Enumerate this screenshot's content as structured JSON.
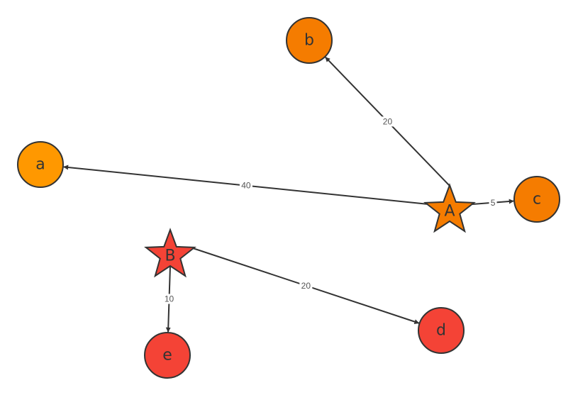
{
  "graph": {
    "nodes": [
      {
        "id": "a",
        "label": "a",
        "shape": "circle",
        "color": "#FF9800"
      },
      {
        "id": "b",
        "label": "b",
        "shape": "circle",
        "color": "#F57C00"
      },
      {
        "id": "c",
        "label": "c",
        "shape": "circle",
        "color": "#F57C00"
      },
      {
        "id": "A",
        "label": "A",
        "shape": "star",
        "color": "#F57C00"
      },
      {
        "id": "B",
        "label": "B",
        "shape": "star",
        "color": "#F44336"
      },
      {
        "id": "d",
        "label": "d",
        "shape": "circle",
        "color": "#F44336"
      },
      {
        "id": "e",
        "label": "e",
        "shape": "circle",
        "color": "#F44336"
      }
    ],
    "edges": [
      {
        "from": "A",
        "to": "b",
        "label": "20"
      },
      {
        "from": "A",
        "to": "a",
        "label": "40"
      },
      {
        "from": "A",
        "to": "c",
        "label": "5"
      },
      {
        "from": "B",
        "to": "d",
        "label": "20"
      },
      {
        "from": "B",
        "to": "e",
        "label": "10"
      }
    ],
    "edge_color": "#333333"
  }
}
